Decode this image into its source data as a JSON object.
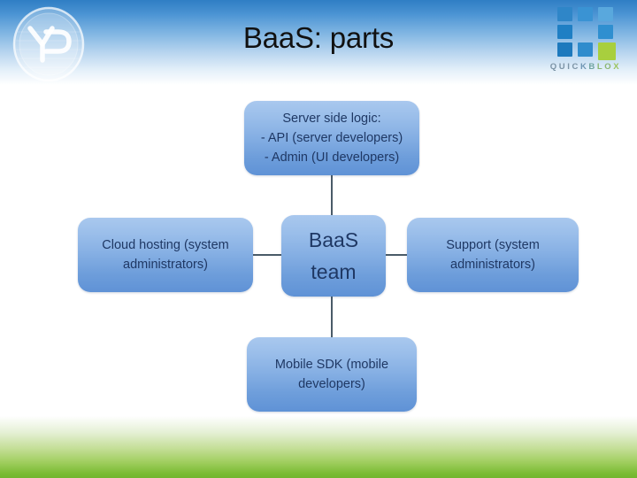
{
  "slide": {
    "title": "BaaS: parts",
    "background": "#ffffff",
    "header_gradient_top": "#2f7ec4",
    "footer_gradient_bottom": "#72b630",
    "node_fill_top": "#a9c8ee",
    "node_fill_bottom": "#5f92d6",
    "node_text_color": "#1f3864",
    "connector_color": "#4a5b68"
  },
  "logos": {
    "left": {
      "name": "yd-circular-logo",
      "letters": "YD"
    },
    "right": {
      "wordmark_parts": [
        "QUIC",
        "K",
        "B",
        "LO",
        "X"
      ],
      "wordmark": "QUICKBLOX",
      "grid_colors": [
        "#2f86c8",
        "#3a93d3",
        "#59a8dd",
        "#1f7fc4",
        "#2f8fd0",
        "#1d79bd",
        "#2f8ccd",
        "#a8cf3e"
      ]
    }
  },
  "diagram": {
    "nodes": {
      "server": {
        "id": "server-side-logic",
        "lines": [
          "Server side logic:",
          "- API (server developers)",
          "- Admin (UI developers)"
        ]
      },
      "cloud": {
        "id": "cloud-hosting",
        "lines": [
          "Cloud hosting (system",
          "administrators)"
        ]
      },
      "center": {
        "id": "baas-team",
        "lines": [
          "BaaS",
          "team"
        ]
      },
      "support": {
        "id": "support",
        "lines": [
          "Support (system",
          "administrators)"
        ]
      },
      "mobile": {
        "id": "mobile-sdk",
        "lines": [
          "Mobile SDK (mobile",
          "developers)"
        ]
      }
    }
  }
}
